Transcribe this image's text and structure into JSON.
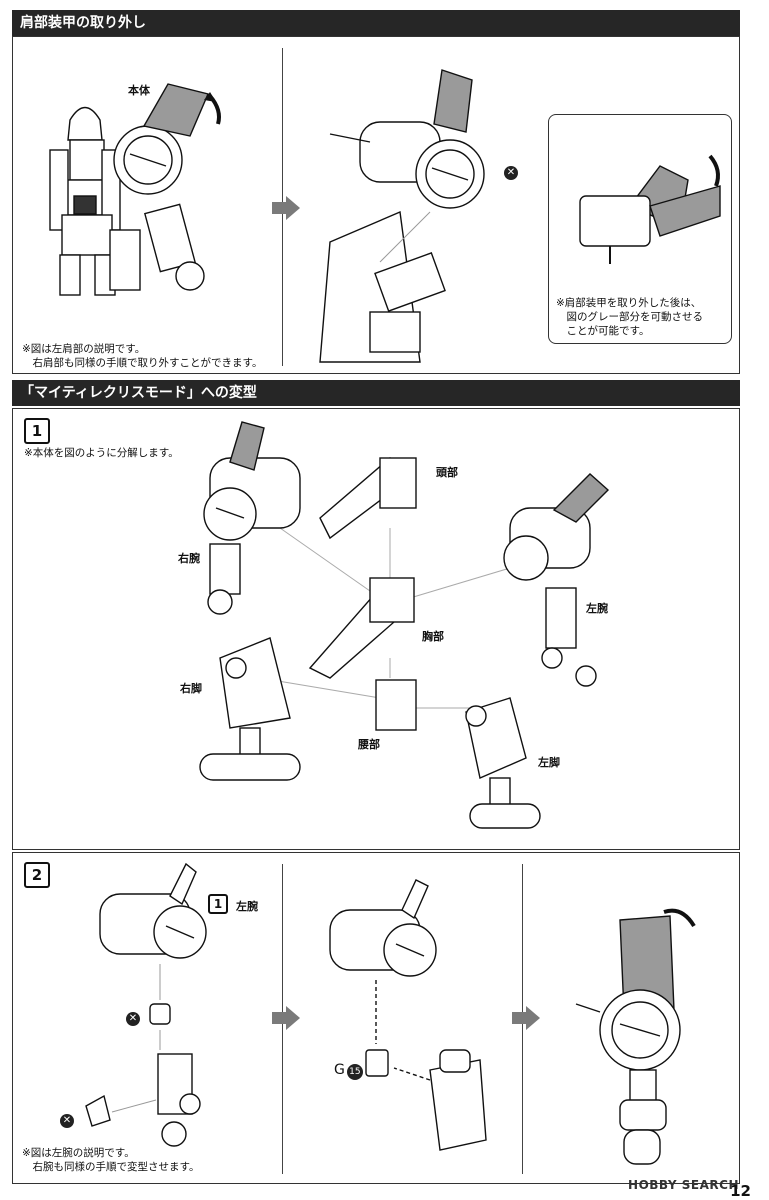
{
  "section1": {
    "title": "肩部装甲の取り外し",
    "label_body": "本体",
    "note_left": "※図は左肩部の説明です。\n　右肩部も同様の手順で取り外すことができます。",
    "note_inset": "※肩部装甲を取り外した後は、\n　図のグレー部分を可動させる\n　ことが可能です。"
  },
  "section2": {
    "title": "「マイティレクリスモード」への変型",
    "step1": {
      "number": "1",
      "note": "※本体を図のように分解します。",
      "labels": {
        "head": "頭部",
        "right_arm": "右腕",
        "left_arm": "左腕",
        "chest": "胸部",
        "right_leg": "右脚",
        "waist": "腰部",
        "left_leg": "左脚"
      }
    },
    "step2": {
      "number": "2",
      "ref_step": "1",
      "ref_label": "左腕",
      "part_code": "G",
      "part_number": "15",
      "note": "※図は左腕の説明です。\n　右腕も同様の手順で変型させます。"
    }
  },
  "footer": {
    "watermark": "HOBBY SEARCH",
    "page_number": "12"
  },
  "colors": {
    "bar": "#262626",
    "gray_part": "#9a9a9a",
    "arrow": "#7a7a7a"
  }
}
